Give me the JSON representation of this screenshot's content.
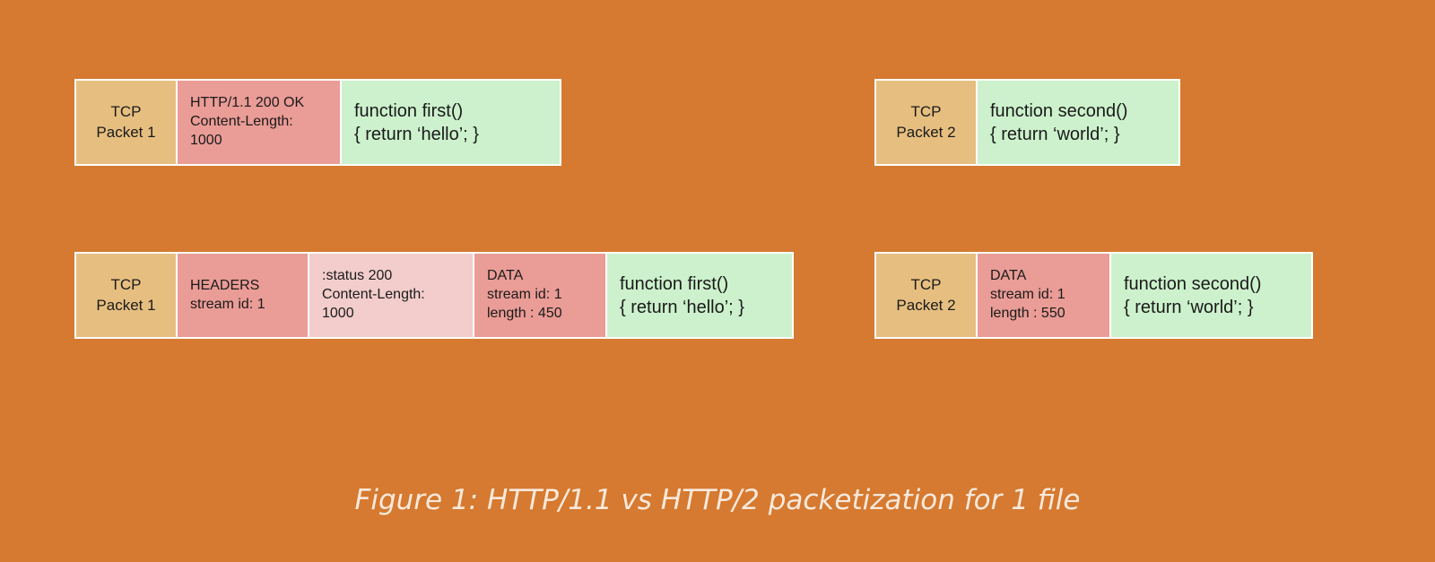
{
  "http1": {
    "packet1": {
      "tcp": [
        "TCP",
        "Packet 1"
      ],
      "header": [
        "HTTP/1.1 200 OK",
        "Content-Length:",
        "1000"
      ],
      "body": [
        "function first()",
        "{ return ‘hello’; }"
      ]
    },
    "packet2": {
      "tcp": [
        "TCP",
        "Packet 2"
      ],
      "body": [
        "function second()",
        "{ return ‘world’; }"
      ]
    }
  },
  "http2": {
    "packet1": {
      "tcp": [
        "TCP",
        "Packet 1"
      ],
      "headers_frame": [
        "HEADERS",
        "stream id: 1"
      ],
      "headers_payload": [
        ":status 200",
        "Content-Length:",
        "1000"
      ],
      "data_frame": [
        "DATA",
        "stream id: 1",
        "length : 450"
      ],
      "body": [
        "function first()",
        "{ return ‘hello’; }"
      ]
    },
    "packet2": {
      "tcp": [
        "TCP",
        "Packet 2"
      ],
      "data_frame": [
        "DATA",
        "stream id: 1",
        "length : 550"
      ],
      "body": [
        "function second()",
        "{ return ‘world’; }"
      ]
    }
  },
  "caption": "Figure 1: HTTP/1.1 vs HTTP/2 packetization for 1 file",
  "colors": {
    "background": "#D57A30",
    "tcp": "#E6BF80",
    "frame_header": "#EA9C96",
    "header_payload": "#F2CDCB",
    "body": "#CCF1CC"
  }
}
